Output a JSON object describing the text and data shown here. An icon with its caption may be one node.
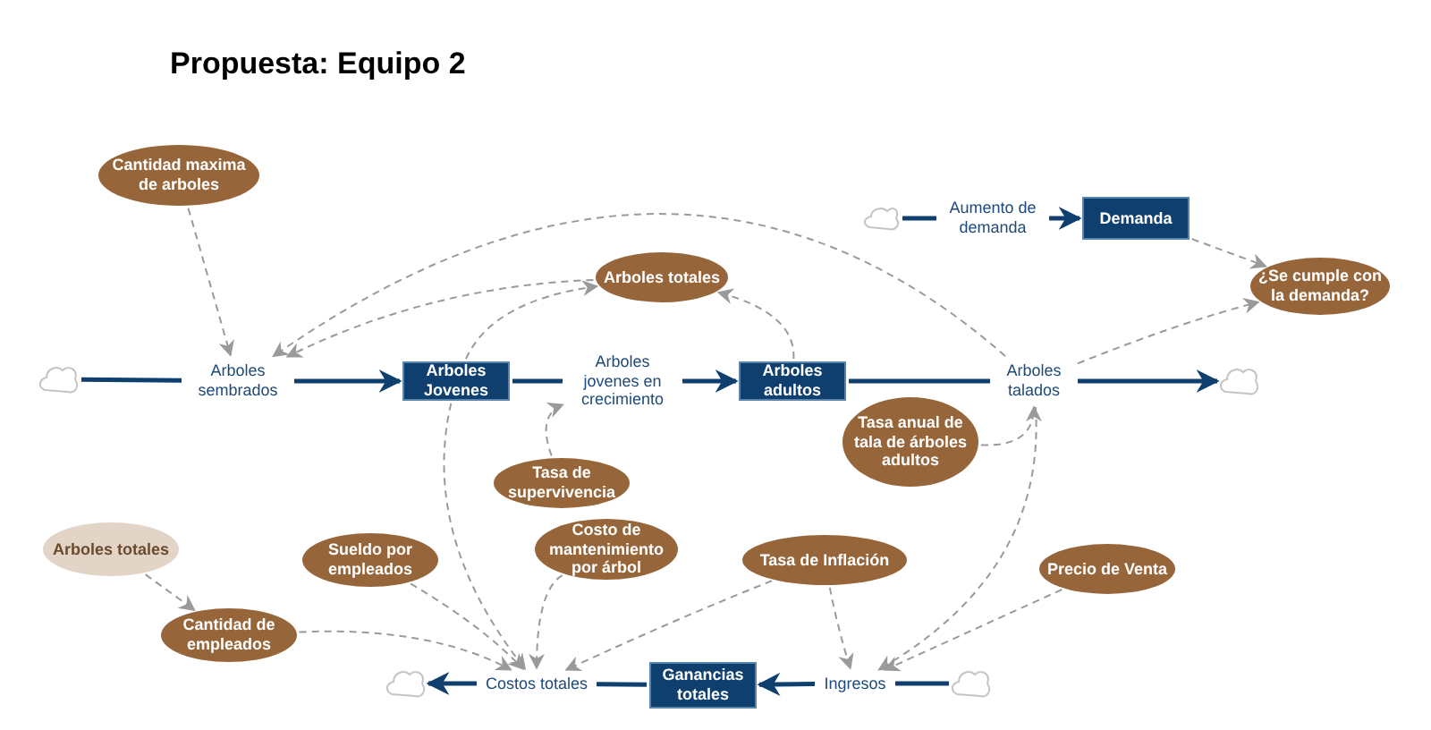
{
  "diagram": {
    "title": "Propuesta: Equipo 2",
    "nodes": [
      {
        "text": [
          "Cantidad maxima de arboles"
        ]
      },
      {
        "text": [],
        "shape": "cloud"
      },
      {
        "text": [
          "Arboles sembrados"
        ]
      },
      {
        "text": [
          "Arboles Jovenes"
        ]
      },
      {
        "text": [
          "Arboles jovenes en crecimiento"
        ]
      },
      {
        "text": [
          "Arboles totales"
        ]
      },
      {
        "text": [
          "Arboles adultos"
        ]
      },
      {
        "text": [
          "Arboles talados"
        ]
      },
      {
        "text": [],
        "shape": "cloud"
      },
      {
        "text": [
          "Aumento de demanda"
        ]
      },
      {
        "text": [],
        "shape": "cloud"
      },
      {
        "text": [
          "Demanda"
        ]
      },
      {
        "text": [
          "¿Se cumple con la demanda?"
        ]
      },
      {
        "text": [
          "Tasa de supervivencia"
        ]
      },
      {
        "text": [
          "Tasa anual de tala de árboles adultos"
        ]
      },
      {
        "text": [
          "Arboles totales"
        ]
      },
      {
        "text": [
          "Cantidad de empleados"
        ]
      },
      {
        "text": [
          "Sueldo por empleados"
        ]
      },
      {
        "text": [
          "Costo de mantenimiento por árbol"
        ]
      },
      {
        "text": [
          "Tasa de Inflación"
        ]
      },
      {
        "text": [
          "Precio de Venta"
        ]
      },
      {
        "text": [],
        "shape": "cloud"
      },
      {
        "text": [
          "Costos totales"
        ]
      },
      {
        "text": [
          "Ganancias totales"
        ]
      },
      {
        "text": [
          "Ingresos"
        ]
      },
      {
        "text": [],
        "shape": "cloud"
      }
    ],
    "edges": [
      {
        "from": 1,
        "to": 2,
        "arrow": "none",
        "style": "thick",
        "color": "#0e3f6e"
      },
      {
        "from": 2,
        "to": 3,
        "arrow": "to",
        "style": "thick",
        "color": "#0e3f6e"
      },
      {
        "from": 3,
        "to": 4,
        "arrow": "none",
        "style": "thick",
        "color": "#0e3f6e"
      },
      {
        "from": 4,
        "to": 6,
        "arrow": "to",
        "style": "thick",
        "color": "#0e3f6e"
      },
      {
        "from": 6,
        "to": 7,
        "arrow": "none",
        "style": "thick",
        "color": "#0e3f6e"
      },
      {
        "from": 7,
        "to": 8,
        "arrow": "to",
        "style": "thick",
        "color": "#0e3f6e"
      },
      {
        "from": 10,
        "to": 9,
        "arrow": "none",
        "style": "thick",
        "color": "#0e3f6e"
      },
      {
        "from": 9,
        "to": 11,
        "arrow": "to",
        "style": "thick",
        "color": "#0e3f6e"
      },
      {
        "from": 23,
        "to": 22,
        "arrow": "none",
        "style": "thick",
        "color": "#0e3f6e"
      },
      {
        "from": 22,
        "to": 21,
        "arrow": "to",
        "style": "thick",
        "color": "#0e3f6e"
      },
      {
        "from": 25,
        "to": 24,
        "arrow": "none",
        "style": "thick",
        "color": "#0e3f6e"
      },
      {
        "from": 24,
        "to": 23,
        "arrow": "to",
        "style": "thick",
        "color": "#0e3f6e"
      },
      {
        "from": 0,
        "to": 2,
        "arrow": "to",
        "style": "dashed"
      },
      {
        "from": 5,
        "to": 2,
        "arrow": "to",
        "style": "dashed"
      },
      {
        "from": 7,
        "to": 2,
        "arrow": "to",
        "style": "dashed"
      },
      {
        "from": 3,
        "to": 5,
        "arrow": "to",
        "style": "dashed"
      },
      {
        "from": 6,
        "to": 5,
        "arrow": "to",
        "style": "dashed"
      },
      {
        "from": 13,
        "to": 4,
        "arrow": "to",
        "style": "dashed"
      },
      {
        "from": 14,
        "to": 7,
        "arrow": "to",
        "style": "dashed"
      },
      {
        "from": 7,
        "to": 12,
        "arrow": "to",
        "style": "dashed"
      },
      {
        "from": 11,
        "to": 12,
        "arrow": "to",
        "style": "dashed"
      },
      {
        "from": 3,
        "to": 22,
        "arrow": "to",
        "style": "dashed"
      },
      {
        "from": 15,
        "to": 16,
        "arrow": "to",
        "style": "dashed"
      },
      {
        "from": 16,
        "to": 22,
        "arrow": "to",
        "style": "dashed"
      },
      {
        "from": 17,
        "to": 22,
        "arrow": "to",
        "style": "dashed"
      },
      {
        "from": 18,
        "to": 22,
        "arrow": "to",
        "style": "dashed"
      },
      {
        "from": 19,
        "to": 22,
        "arrow": "to",
        "style": "dashed"
      },
      {
        "from": 19,
        "to": 24,
        "arrow": "to",
        "style": "dashed"
      },
      {
        "from": 20,
        "to": 24,
        "arrow": "to",
        "style": "dashed"
      },
      {
        "from": 7,
        "to": 24,
        "arrow": "to",
        "style": "dashed"
      }
    ]
  }
}
